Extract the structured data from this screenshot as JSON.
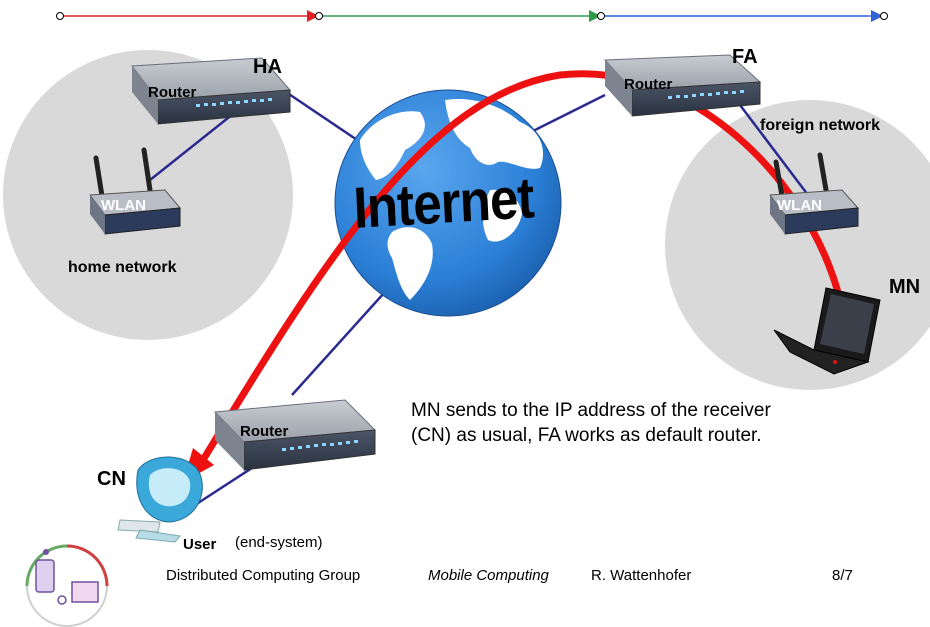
{
  "slide": {
    "labels": {
      "ha": "HA",
      "fa": "FA",
      "mn": "MN",
      "cn": "CN",
      "router_home": "Router",
      "router_foreign": "Router",
      "router_cn": "Router",
      "wlan_home": "WLAN",
      "wlan_foreign": "WLAN",
      "home_network": "home network",
      "foreign_network": "foreign network",
      "internet": "Internet",
      "user": "User",
      "end_system": "(end-system)"
    },
    "note": "MN sends to the IP address of the receiver (CN) as usual, FA works as default router.",
    "colors": {
      "progress_segment_1": "#e02020",
      "progress_segment_2": "#2e9a4a",
      "progress_segment_3": "#2f62d8",
      "data_path": "#ee1111",
      "link_line": "#2a2a90",
      "network_cloud": "#d9d9d9",
      "ocean": "#2a7fd6",
      "land": "#ffffff"
    }
  },
  "footer": {
    "group": "Distributed Computing Group",
    "course": "Mobile Computing",
    "author": "R. Wattenhofer",
    "page": "8/7"
  }
}
